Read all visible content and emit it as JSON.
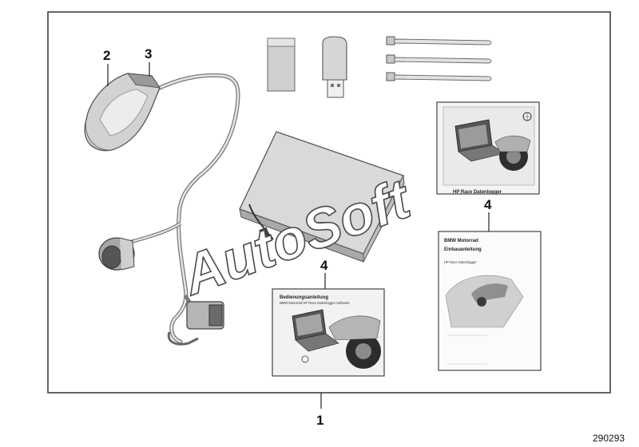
{
  "callouts": {
    "c1": "1",
    "c2": "2",
    "c3": "3",
    "c4a": "4",
    "c4b": "4"
  },
  "reference_number": "290293",
  "watermark": "AutoSoft",
  "cd_cover": {
    "title": "HP Race Datenlogger"
  },
  "manual_portrait": {
    "brand": "BMW Motorrad",
    "title": "Einbauanleitung",
    "subtitle": "HP Race Datenlogger"
  },
  "manual_landscape": {
    "title": "Bedienungsanleitung",
    "subtitle": "BMW Motorrad HP Race Datenlogger Software"
  },
  "colors": {
    "frame": "#333333",
    "part_fill": "#d4d4d4",
    "part_stroke": "#555555"
  }
}
